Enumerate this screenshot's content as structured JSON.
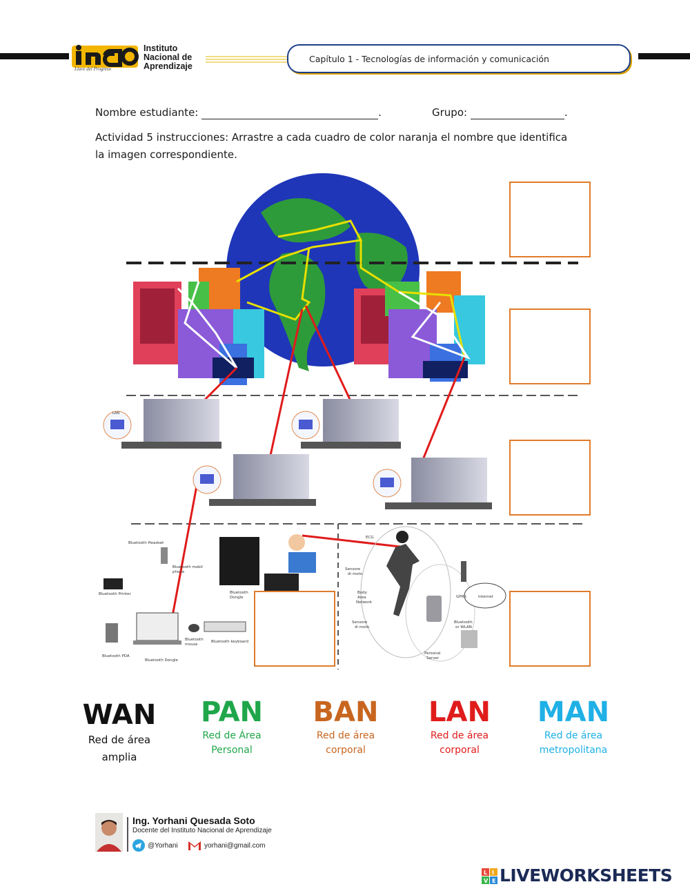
{
  "header": {
    "logo_lines": [
      "Instituto",
      "Nacional de",
      "Aprendizaje"
    ],
    "logo_tagline": "Llave del Progreso",
    "chapter_title": "Capítulo 1 - Tecnologías de información y comunicación"
  },
  "form": {
    "student_label": "Nombre estudiante:",
    "student_end": ".",
    "group_label": "Grupo:",
    "group_end": "."
  },
  "instructions": "Actividad 5 instrucciones: Arrastre a cada cuadro de color naranja el nombre que identifica la imagen correspondiente.",
  "diagram": {
    "labels": {
      "lan_icon": "LAN",
      "bt_headset": "Bluetooth Headset",
      "bt_phone_1": "Bluetooth mobil",
      "bt_phone_2": "phone",
      "bt_printer": "Bluetooth Printer",
      "bt_dongle_1": "Bluetooth",
      "bt_dongle_2": "Dongle",
      "bt_pda": "Bluetooth PDA",
      "bt_dongle_b": "Bluetooth Dongle",
      "bt_mouse_1": "Bluetooth",
      "bt_mouse_2": "mouse",
      "bt_keyboard": "Bluetooth keyboard",
      "ecg": "ECG",
      "sensor_1a": "Sensore",
      "sensor_1b": "di moto",
      "ban_1": "Body",
      "ban_2": "Area",
      "ban_3": "Network",
      "sensor_2a": "Sensore",
      "sensor_2b": "di moto",
      "gprs": "GPRS",
      "internet": "Internet",
      "wlan_1": "Bluetooth",
      "wlan_2": "or WLAN",
      "server_1": "Personal",
      "server_2": "Server"
    }
  },
  "terms": [
    {
      "name": "WAN",
      "desc_1": "Red de área",
      "desc_2": "amplia",
      "color": "#111111"
    },
    {
      "name": "PAN",
      "desc_1": "Red de Área",
      "desc_2": "Personal",
      "color": "#1fa64a"
    },
    {
      "name": "BAN",
      "desc_1": "Red de área",
      "desc_2": "corporal",
      "color": "#c8661f"
    },
    {
      "name": "LAN",
      "desc_1": "Red de área",
      "desc_2": "corporal",
      "color": "#e01b1b"
    },
    {
      "name": "MAN",
      "desc_1": "Red de área",
      "desc_2": "metropolitana",
      "color": "#1fb0e6"
    }
  ],
  "author": {
    "name": "Ing. Yorhani Quesada Soto",
    "role": "Docente del Instituto Nacional de Aprendizaje",
    "handle": "@Yorhani",
    "email": "yorhani@gmail.com"
  },
  "branding": {
    "text": "LIVEWORKSHEETS",
    "badge_letters": [
      "L",
      "I",
      "V",
      "E"
    ]
  },
  "colors": {
    "drop_box_border": "#e07b2a",
    "header_border": "#1d3e8a",
    "header_accent": "#d8a000"
  }
}
